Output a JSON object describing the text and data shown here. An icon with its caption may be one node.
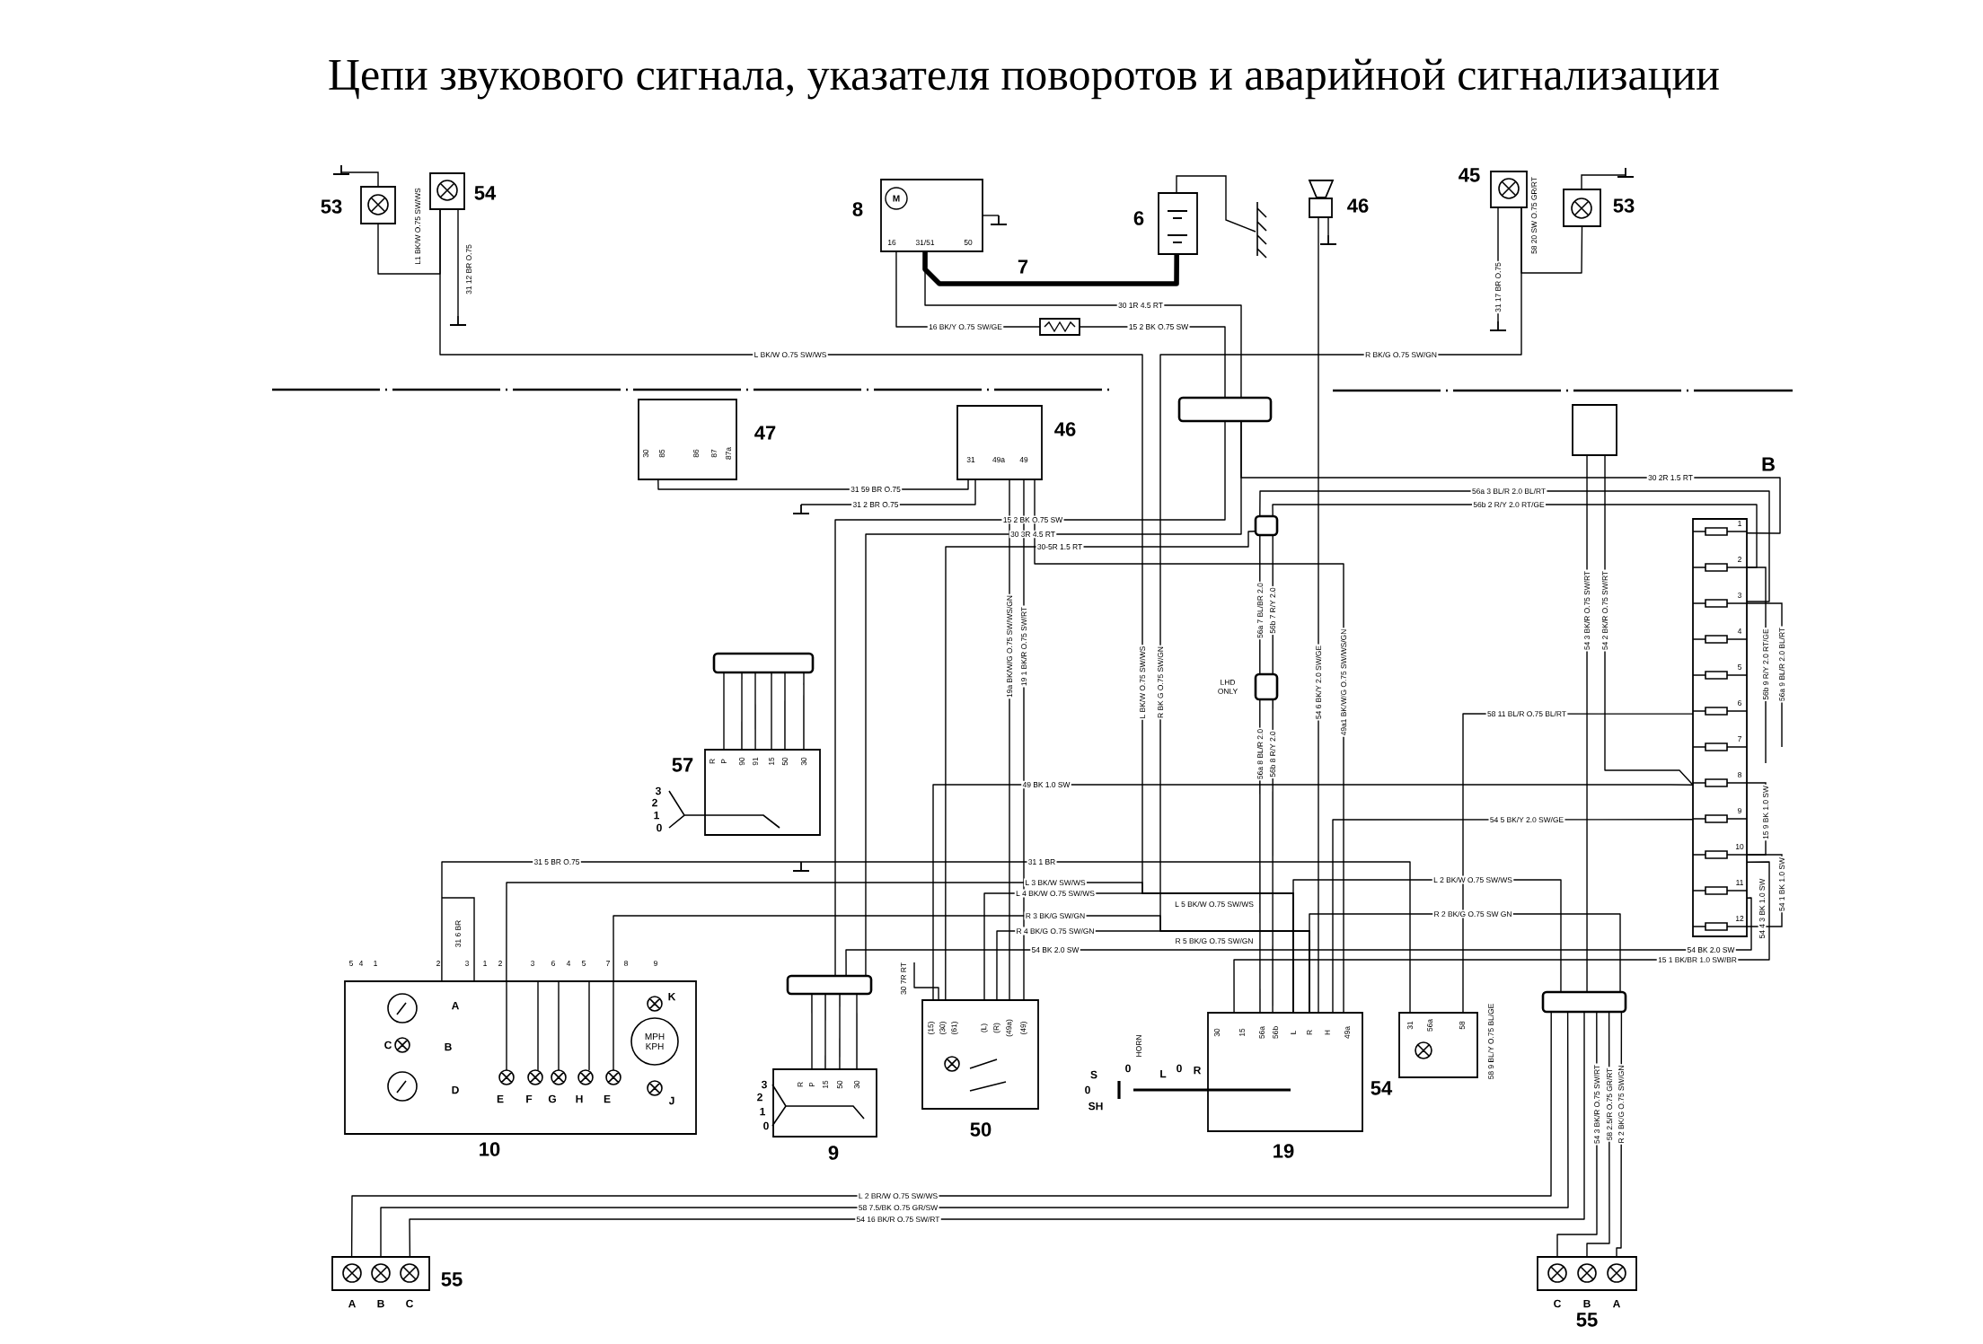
{
  "diagram": {
    "title": "Цепи звукового сигнала, указателя поворотов и аварийной сигнализации",
    "nodes": [
      {
        "text": [
          "53"
        ]
      },
      {
        "text": [
          "54"
        ]
      },
      {
        "text": [
          "8",
          "M",
          "16",
          "31/51",
          "50"
        ]
      },
      {
        "text": [
          "6"
        ]
      },
      {
        "text": [
          "46"
        ]
      },
      {
        "text": [
          "45"
        ]
      },
      {
        "text": [
          "53"
        ]
      },
      {
        "text": [],
        "shape": "box"
      },
      {
        "text": [],
        "shape": "bar"
      },
      {
        "text": [
          "47",
          "30",
          "85",
          "86",
          "87",
          "87a"
        ]
      },
      {
        "text": [
          "46",
          "31",
          "49a",
          "49"
        ]
      },
      {
        "text": [],
        "shape": "box"
      },
      {
        "text": [
          "B",
          "1",
          "2",
          "3",
          "4",
          "5",
          "6",
          "7",
          "8",
          "9",
          "10",
          "11",
          "12"
        ]
      },
      {
        "text": [],
        "shape": "bar"
      },
      {
        "text": [
          "57",
          "R",
          "P",
          "90",
          "91",
          "15",
          "50",
          "30"
        ],
        "beside": [
          "3",
          "2",
          "1",
          "0"
        ]
      },
      {
        "text": [],
        "shape": "bar",
        "beside": [
          "LHD ONLY"
        ]
      },
      {
        "text": [],
        "shape": "bar"
      },
      {
        "text": [
          "10",
          "5",
          "4",
          "1",
          "2",
          "3",
          "1",
          "2",
          "3",
          "6",
          "4",
          "5",
          "7",
          "8",
          "9",
          "A",
          "B",
          "C",
          "D",
          "E",
          "F",
          "G",
          "H",
          "E",
          "J",
          "K",
          "MPH KPH"
        ]
      },
      {
        "text": [],
        "shape": "bar"
      },
      {
        "text": [
          "9",
          "R",
          "P",
          "15",
          "50",
          "30"
        ],
        "beside": [
          "3",
          "2",
          "1",
          "0"
        ]
      },
      {
        "text": [
          "50",
          "(15)",
          "(30)",
          "(61)",
          "(L)",
          "(R)",
          "(49a)",
          "(49)"
        ]
      },
      {
        "text": [
          "19",
          "30",
          "15",
          "56a",
          "56b",
          "L",
          "R",
          "H",
          "49a"
        ],
        "beside": [
          "S",
          "0",
          "SH",
          "0",
          "HORN",
          "L",
          "0",
          "R"
        ]
      },
      {
        "text": [
          "54",
          "31",
          "56a",
          "58"
        ]
      },
      {
        "text": [],
        "shape": "bar"
      },
      {
        "text": [
          "55",
          "A",
          "B",
          "C"
        ]
      },
      {
        "text": [
          "55",
          "C",
          "B",
          "A"
        ]
      }
    ],
    "edges": [
      {
        "from": 0,
        "to": 1,
        "arrow": "none",
        "label": "L1 BK/W O.75 SW/WS"
      },
      {
        "from": 1,
        "to": 21,
        "arrow": "none",
        "label": "L BK/W O.75 SW/WS"
      },
      {
        "from": 6,
        "to": 5,
        "arrow": "none",
        "label": "58 20 SW O.75 GR/RT"
      },
      {
        "from": 5,
        "to": 21,
        "arrow": "none",
        "label": "R BK/G O.75 SW/GN"
      },
      {
        "from": 2,
        "to": 3,
        "arrow": "none",
        "style": "thick"
      },
      {
        "from": 2,
        "to": 8,
        "arrow": "none",
        "label": "30 1R 4.5 RT"
      },
      {
        "from": 2,
        "to": 7,
        "arrow": "none",
        "label": "16 BK/Y O.75 SW/GE"
      },
      {
        "from": 7,
        "to": 8,
        "arrow": "none",
        "label": "15 2 BK O.75 SW"
      },
      {
        "from": 4,
        "to": 21,
        "arrow": "none",
        "label": "54 6 BK/Y 2.0 SW/GE"
      },
      {
        "from": 9,
        "to": 10,
        "arrow": "none",
        "label": "31 59 BR O.75"
      },
      {
        "from": 10,
        "to": null,
        "arrow": "none",
        "label": "31 2 BR O.75"
      },
      {
        "from": 8,
        "to": 18,
        "arrow": "none",
        "label": "15 2 BK O.75 SW"
      },
      {
        "from": 8,
        "to": 18,
        "arrow": "none",
        "label": "30 3R 4.5 RT"
      },
      {
        "from": 16,
        "to": 20,
        "arrow": "none",
        "label": "30-5R 1.5 RT"
      },
      {
        "from": 10,
        "to": 20,
        "arrow": "none",
        "label": "19a BK/W/G O.75 SW/WS/GN"
      },
      {
        "from": 10,
        "to": 20,
        "arrow": "none",
        "label": "19 1 BK/R O.75 SW/RT"
      },
      {
        "from": 8,
        "to": 12,
        "arrow": "none",
        "label": "30 2R 1.5 RT"
      },
      {
        "from": 16,
        "to": 12,
        "arrow": "none",
        "label": "56a 3 BL/R 2.0 BL/RT"
      },
      {
        "from": 16,
        "to": 12,
        "arrow": "none",
        "label": "56b 2 R/Y 2.0 RT/GE"
      },
      {
        "from": 16,
        "to": 15,
        "arrow": "none",
        "label": "56a 7 BL/BR 2.0"
      },
      {
        "from": 16,
        "to": 15,
        "arrow": "none",
        "label": "56b 7 R/Y 2.0"
      },
      {
        "from": 15,
        "to": 21,
        "arrow": "none",
        "label": "56a 8 BL/R 2.0"
      },
      {
        "from": 15,
        "to": 21,
        "arrow": "none",
        "label": "56b 8 R/Y 2.0"
      },
      {
        "from": 11,
        "to": 23,
        "arrow": "none",
        "label": "54 3 BK/R O.75 SW/RT"
      },
      {
        "from": 11,
        "to": 12,
        "arrow": "none",
        "label": "54 2 BK/R O.75 SW/RT"
      },
      {
        "from": 12,
        "to": 22,
        "arrow": "none",
        "label": "58 11 BL/R O.75 BL/RT"
      },
      {
        "from": 20,
        "to": 12,
        "arrow": "none",
        "label": "49 BK 1.0 SW"
      },
      {
        "from": 21,
        "to": 12,
        "arrow": "none",
        "label": "54 5 BK/Y 2.0 SW/GE"
      },
      {
        "from": 10,
        "to": 21,
        "arrow": "none",
        "label": "49a1 BK/W/G O.75 SW/WS/GN"
      },
      {
        "from": 17,
        "to": null,
        "arrow": "none",
        "label": "31 5 BR O.75"
      },
      {
        "from": null,
        "to": 22,
        "arrow": "none",
        "label": "31 1 BR"
      },
      {
        "from": 17,
        "to": 21,
        "arrow": "none",
        "label": "L 3 BK/W SW/WS"
      },
      {
        "from": 20,
        "to": 21,
        "arrow": "none",
        "label": "L 4 BK/W O.75 SW/WS"
      },
      {
        "from": 17,
        "to": 21,
        "arrow": "none",
        "label": "R 3 BK/G SW/GN"
      },
      {
        "from": 20,
        "to": 21,
        "arrow": "none",
        "label": "R 4 BK/G O.75 SW/GN"
      },
      {
        "from": 18,
        "to": 12,
        "arrow": "none",
        "label": "54 BK 2.0 SW"
      },
      {
        "from": 21,
        "to": 12,
        "arrow": "none",
        "label": "15 1 BK/BR 1.0 SW/BR"
      },
      {
        "from": 21,
        "to": 23,
        "arrow": "none",
        "label": "L 2 BK/W O.75 SW/WS"
      },
      {
        "from": 21,
        "to": 23,
        "arrow": "none",
        "label": "R 2 BK/G O.75 SW GN"
      },
      {
        "from": 23,
        "to": 25,
        "arrow": "none",
        "label": "54 3 BK/R O.75 SW/RT"
      },
      {
        "from": 23,
        "to": 25,
        "arrow": "none",
        "label": "58 2.5/R O.75 GR/RT"
      },
      {
        "from": 23,
        "to": 25,
        "arrow": "none",
        "label": "R 2 BK/G O.75 SW/GN"
      },
      {
        "from": 23,
        "to": 24,
        "arrow": "none",
        "label": "L 2 BR/W O.75 SW/WS"
      },
      {
        "from": 23,
        "to": 24,
        "arrow": "none",
        "label": "58 7.5/BK O.75 GR/SW"
      },
      {
        "from": 23,
        "to": 24,
        "arrow": "none",
        "label": "54 16 BK/R O.75 SW/RT"
      },
      {
        "from": null,
        "to": 20,
        "arrow": "none",
        "label": "30 7R RT"
      },
      {
        "from": 13,
        "to": 14,
        "arrow": "none"
      },
      {
        "from": 18,
        "to": 19,
        "arrow": "none"
      },
      {
        "from": 13,
        "to": 14,
        "arrow": "none"
      },
      {
        "from": 13,
        "to": 14,
        "arrow": "none"
      },
      {
        "from": 13,
        "to": 14,
        "arrow": "none"
      },
      {
        "from": 13,
        "to": 14,
        "arrow": "none"
      },
      {
        "from": 13,
        "to": 14,
        "arrow": "none"
      },
      {
        "from": 18,
        "to": 19,
        "arrow": "none"
      },
      {
        "from": 18,
        "to": 19,
        "arrow": "none"
      },
      {
        "from": 18,
        "to": 19,
        "arrow": "none"
      }
    ],
    "labels": [
      "7",
      "31 12 BR O.75",
      "31 17 BR O.75",
      "L BK/W O.75 SW/WS",
      "R BK G O.75 SW/GN",
      "56b 9 R/Y 2.0 RT/GE",
      "56a 9 BL/R 2.0 BL/RT",
      "15 9 BK 1.0 SW",
      "54 1 BK 1.0 SW",
      "54 4 3 BK 1.0 SW",
      "31 6 BR",
      "L 5 BK/W O.75 SW/WS",
      "R 5 BK/G O.75 SW/GN",
      "58 9 BL/Y O.75 BL/GE",
      "54 BK 2.0 SW"
    ]
  }
}
